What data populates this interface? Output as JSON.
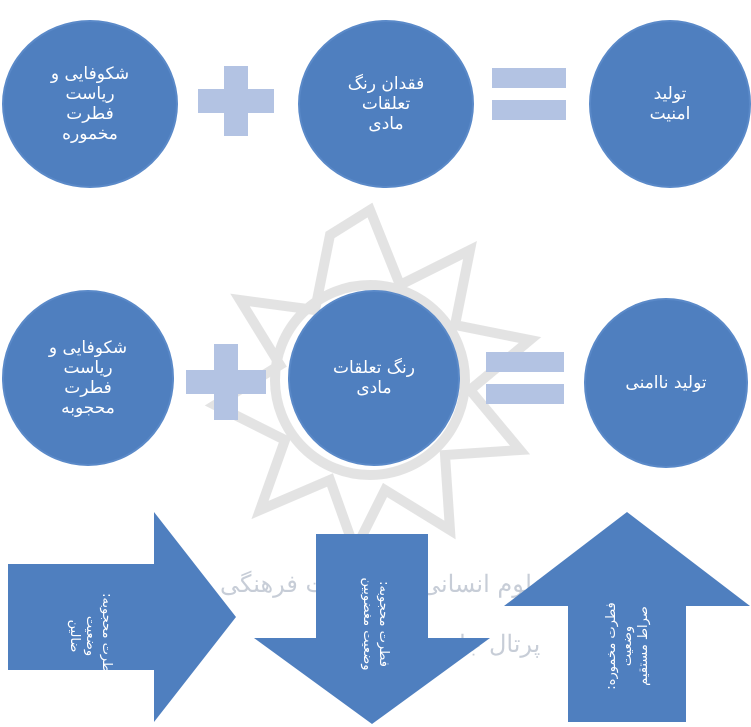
{
  "row1": {
    "c1": "شکوفایی و\nریاست\nفطرت\nمخموره",
    "c2": "فقدان رنگ\nتعلقات\nمادی",
    "c3": "تولید\nامنیت"
  },
  "row2": {
    "c1": "شکوفایی و\nریاست\nفطرت\nمحجوبه",
    "c2": "رنگ تعلقات\nمادی",
    "c3": "تولید ناامنی"
  },
  "arrows": {
    "right": "فطرت محجوبه:\nوضعیت\nضالین",
    "down": "فطرت محجوبه:\nوضعیت مغضوبین",
    "up": "فطرت مخموره:\nوضعیت\nصراط مستقیم"
  },
  "watermark": {
    "line1": "پژوهشگاه علوم انسانی و مطالعات فرهنگی",
    "line2": "پرتال جامع علوم انسانی"
  },
  "colors": {
    "circle": "#4f7fbf",
    "symbol": "#b3c3e3",
    "arrow": "#4f7fbf"
  }
}
